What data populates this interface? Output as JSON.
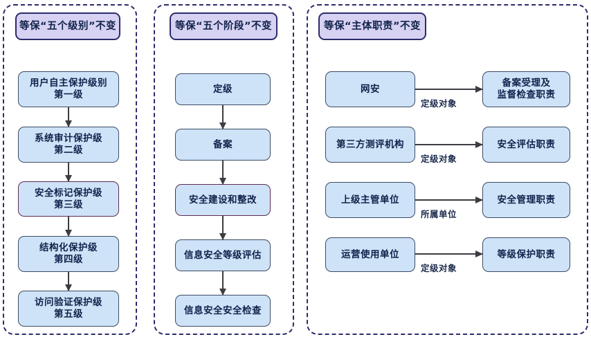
{
  "diagram": {
    "groups": [
      {
        "id": "levels",
        "header": "等保“五个级别”不变",
        "nodes": [
          "用户自主保护级别\n第一级",
          "系统审计保护级\n第二级",
          "安全标记保护级\n第三级",
          "结构化保护级\n第四级",
          "访问验证保护级\n第五级"
        ]
      },
      {
        "id": "stages",
        "header": "等保“五个阶段”不变",
        "nodes": [
          "定级",
          "备案",
          "安全建设和整改",
          "信息安全等级评估",
          "信息安全安全检查"
        ]
      },
      {
        "id": "duties",
        "header": "等保“主体职责”不变",
        "rows": [
          {
            "source": "网安",
            "label": "定级对象",
            "target": "备案受理及\n监督检查职责"
          },
          {
            "source": "第三方测评机构",
            "label": "定级对象",
            "target": "安全评估职责"
          },
          {
            "source": "上级主管单位",
            "label": "所属单位",
            "target": "安全管理职责"
          },
          {
            "source": "运营使用单位",
            "label": "定级对象",
            "target": "等级保护职责"
          }
        ]
      }
    ],
    "colors": {
      "header_fill": "#d7d2f2",
      "node_fill": "#cfe3f8",
      "border_dark": "#2b2b6b",
      "node_border": "#3a4a63",
      "accent_border": "#5b2b50",
      "arrow": "#3c3c42",
      "text": "#11224b",
      "background": "#ffffff"
    }
  }
}
